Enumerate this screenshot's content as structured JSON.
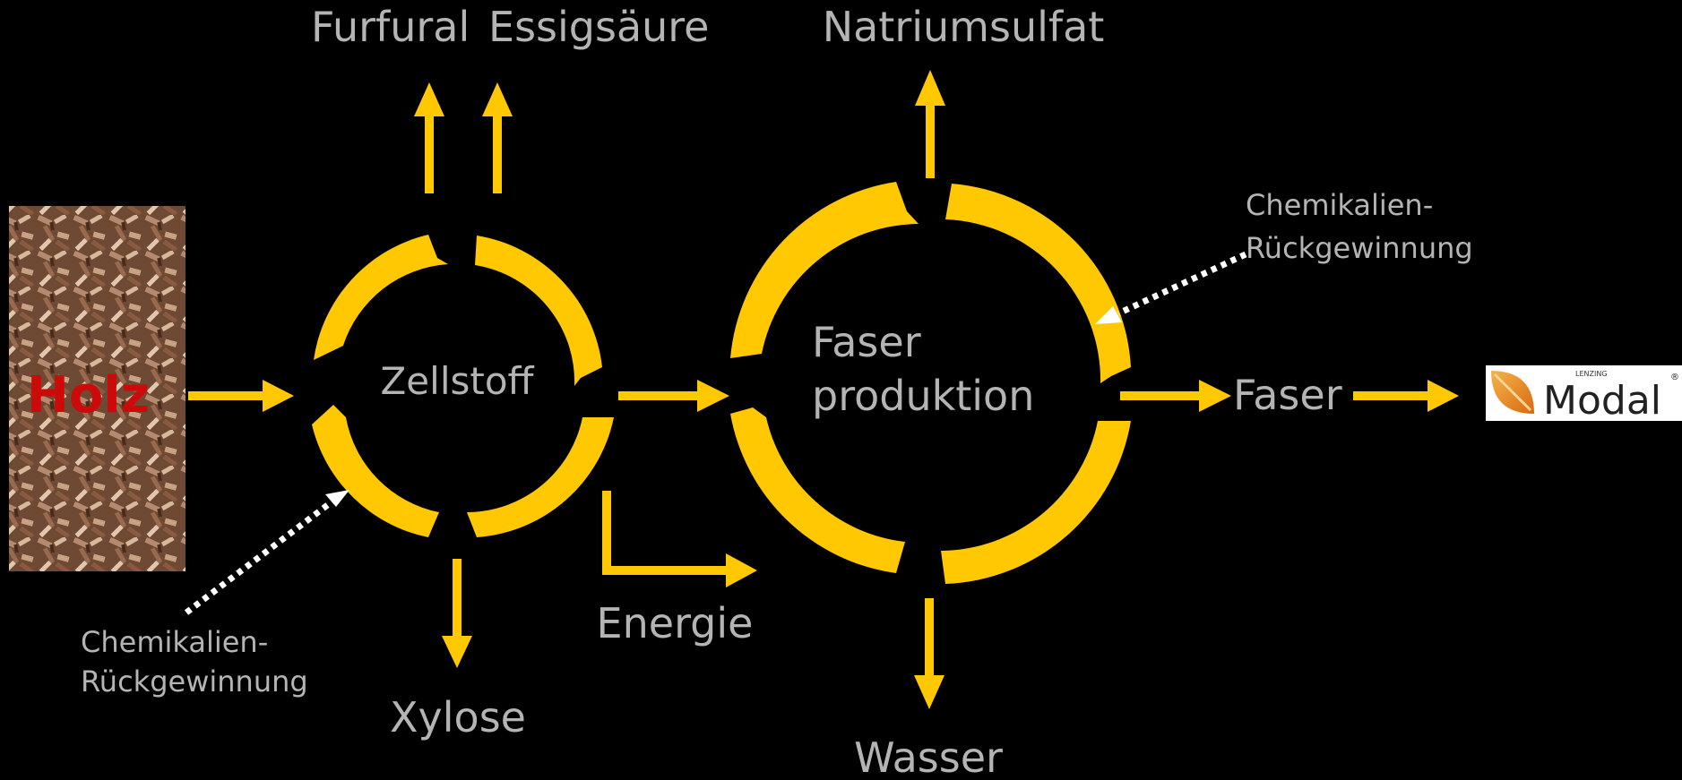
{
  "colors": {
    "background": "#000000",
    "flow": "#ffc800",
    "label": "#b4b4b4",
    "holz_text": "#cc0a0a",
    "dotted": "#ffffff"
  },
  "inputs": {
    "holz": "Holz"
  },
  "cycles": {
    "pulp": "Zellstoff",
    "fiber_line1": "Faser",
    "fiber_line2": "produktion"
  },
  "outputs": {
    "furfural": "Furfural",
    "acetic_acid": "Essigsäure",
    "sodium_sulfate": "Natriumsulfat",
    "xylose": "Xylose",
    "energy": "Energie",
    "water": "Wasser",
    "fiber": "Faser"
  },
  "recovery": {
    "left_line1": "Chemikalien-",
    "left_line2": "Rückgewinnung",
    "right_line1": "Chemikalien-",
    "right_line2": "Rückgewinnung"
  },
  "brand": {
    "small": "LENZING",
    "name": "Modal",
    "registered": "®"
  },
  "icons": {
    "wood": "wood-chips-image",
    "logo": "leaf-icon"
  }
}
